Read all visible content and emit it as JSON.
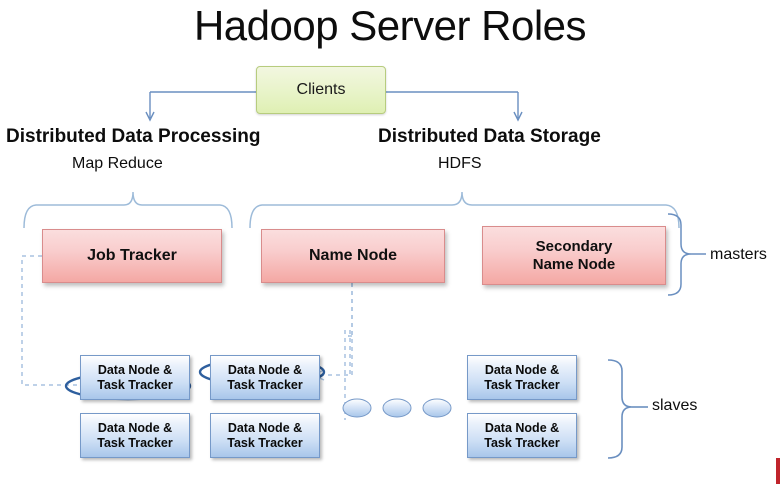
{
  "title": "Hadoop Server Roles",
  "clients": {
    "label": "Clients",
    "fill": "#e4f2bd",
    "border": "#b7cc7e"
  },
  "branches": [
    {
      "heading": "Distributed Data Processing",
      "subtitle": "Map Reduce"
    },
    {
      "heading": "Distributed Data Storage",
      "subtitle": "HDFS"
    }
  ],
  "masters": {
    "group_label": "masters",
    "fill": "#f6bab6",
    "border": "#d98c8c",
    "nodes": [
      {
        "label": "Job Tracker",
        "lines": [
          "Job Tracker"
        ]
      },
      {
        "label": "Name Node",
        "lines": [
          "Name Node"
        ]
      },
      {
        "label": "Secondary Name Node",
        "lines": [
          "Secondary",
          "Name Node"
        ]
      }
    ]
  },
  "slaves": {
    "group_label": "slaves",
    "fill": "#c5daf2",
    "border": "#7699c8",
    "node_lines": [
      "Data Node &",
      "Task Tracker"
    ],
    "nodes": [
      {
        "lines": [
          "Data Node &",
          "Task Tracker"
        ],
        "highlighted": true
      },
      {
        "lines": [
          "Data Node &",
          "Task Tracker"
        ],
        "highlighted": true
      },
      {
        "lines": [
          "Data Node &",
          "Task Tracker"
        ],
        "highlighted": false
      },
      {
        "lines": [
          "Data Node &",
          "Task Tracker"
        ],
        "highlighted": false
      },
      {
        "lines": [
          "Data Node &",
          "Task Tracker"
        ],
        "highlighted": false
      },
      {
        "lines": [
          "Data Node &",
          "Task Tracker"
        ],
        "highlighted": false
      }
    ],
    "ellipsis_dots": 3
  },
  "connector_color": "#6a8fc0",
  "dashed_color": "#a9c2e0",
  "highlight_color": "#2e5f9e"
}
